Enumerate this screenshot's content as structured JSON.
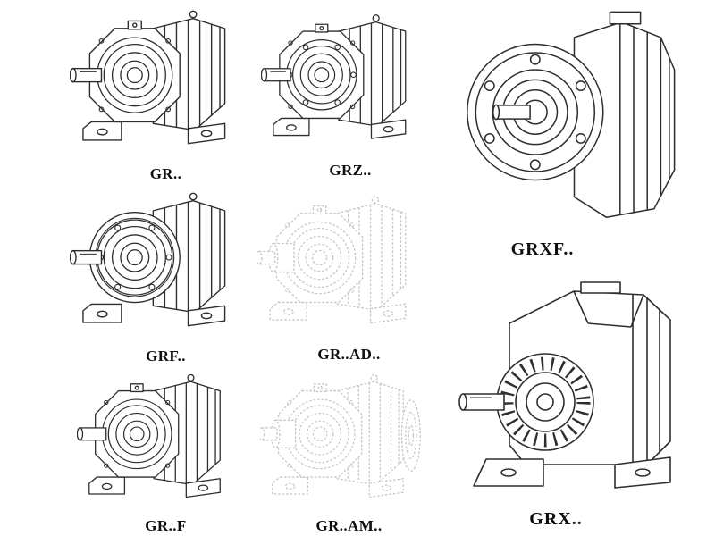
{
  "colors": {
    "line": "#2e2e2e",
    "faint_line": "#c6c6c6",
    "label_text": "#0e0e0e",
    "background": "#ffffff"
  },
  "items": [
    {
      "id": "gr",
      "label": "GR.."
    },
    {
      "id": "grz",
      "label": "GRZ.."
    },
    {
      "id": "grxf",
      "label": "GRXF.."
    },
    {
      "id": "grf",
      "label": "GRF.."
    },
    {
      "id": "gr-ad",
      "label": "GR..AD.."
    },
    {
      "id": "gr-f",
      "label": "GR..F"
    },
    {
      "id": "gr-am",
      "label": "GR..AM.."
    },
    {
      "id": "grx",
      "label": "GRX.."
    }
  ]
}
